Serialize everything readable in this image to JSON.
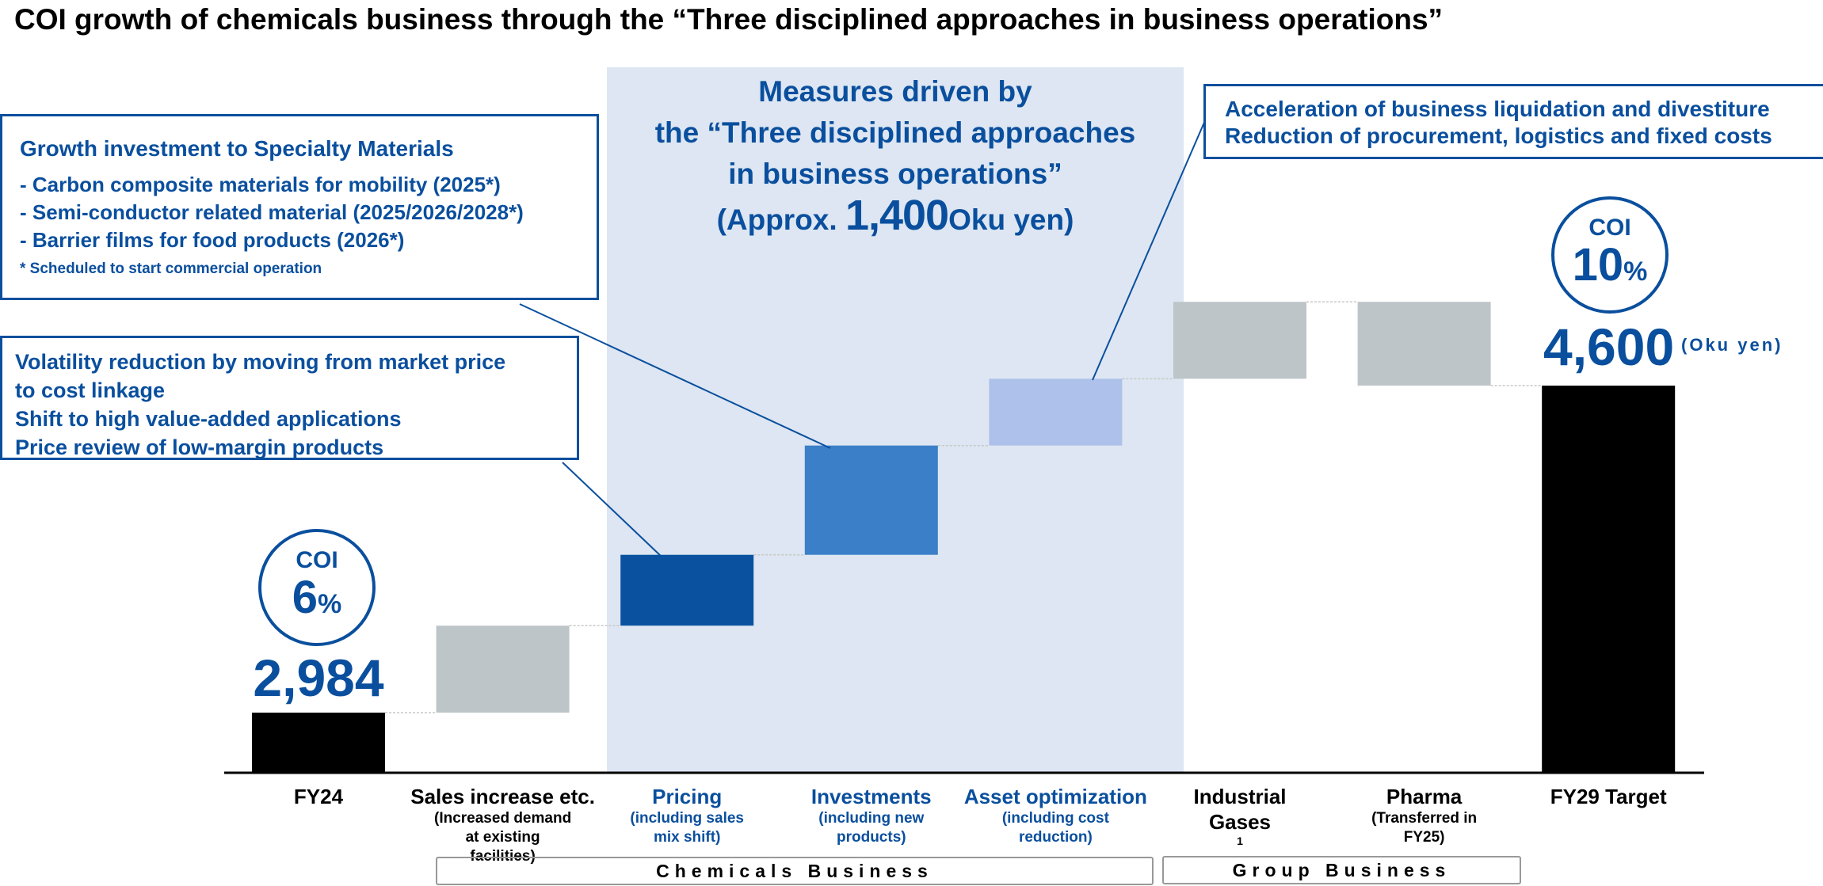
{
  "title": "COI growth of chemicals business through the “Three disciplined approaches in business operations”",
  "measures": {
    "line1": "Measures driven by",
    "line2": "the “Three disciplined approaches",
    "line3": "in business operations”",
    "prefix": "(Approx.",
    "amount": "1,400",
    "suffix": "Oku yen)"
  },
  "growth_box": {
    "heading": "Growth investment to Specialty Materials",
    "bullets": [
      "- Carbon composite materials for mobility (2025*)",
      "- Semi-conductor related material (2025/2026/2028*)",
      "- Barrier films for food products (2026*)"
    ],
    "footnote": "* Scheduled to start commercial operation"
  },
  "volatility_box": {
    "lines": [
      "Volatility reduction by moving from market price",
      "to cost linkage",
      "Shift to high value-added applications",
      "Price review of low-margin products"
    ]
  },
  "asset_box": {
    "lines": [
      "Acceleration of business liquidation and divestiture",
      "Reduction of procurement, logistics and fixed costs"
    ]
  },
  "start": {
    "value_label": "2,984",
    "coi_label": "COI",
    "coi_value": "6",
    "coi_unit": "%"
  },
  "end": {
    "value_label": "4,600",
    "unit": "(Oku yen)",
    "coi_label": "COI",
    "coi_value": "10",
    "coi_unit": "%"
  },
  "groups": {
    "chemicals": "Chemicals Business",
    "group": "Group Business"
  },
  "colors": {
    "total": "#000000",
    "gray": "#bec5c9",
    "pricing": "#0a52a0",
    "investments": "#3a7fc8",
    "asset": "#adc1ea",
    "band": "#dde6f2",
    "text_blue": "#0a4f9e"
  },
  "chart_data": {
    "type": "waterfall",
    "title": "COI growth of chemicals business through the “Three disciplined approaches in business operations”",
    "unit": "Oku yen",
    "categories": [
      {
        "label": "FY24",
        "sub": "",
        "kind": "total",
        "value": 2984,
        "color": "#000000"
      },
      {
        "label": "Sales increase etc.",
        "sub": "(Increased demand at existing facilities)",
        "kind": "delta",
        "value": 430,
        "color": "#bec5c9"
      },
      {
        "label": "Pricing",
        "sub": "(including sales mix shift)",
        "kind": "delta",
        "value": 350,
        "color": "#0a52a0"
      },
      {
        "label": "Investments",
        "sub": "(including new products)",
        "kind": "delta",
        "value": 540,
        "color": "#3a7fc8"
      },
      {
        "label": "Asset optimization",
        "sub": "(including cost reduction)",
        "kind": "delta",
        "value": 330,
        "color": "#adc1ea"
      },
      {
        "label": "Industrial Gases",
        "sup": "1",
        "sub": "",
        "kind": "delta",
        "value": 380,
        "color": "#bec5c9"
      },
      {
        "label": "Pharma",
        "sub": "(Transferred in FY25)",
        "kind": "delta",
        "value": -414,
        "color": "#bec5c9"
      },
      {
        "label": "FY29 Target",
        "sub": "",
        "kind": "total",
        "value": 4600,
        "color": "#000000"
      }
    ],
    "axis_break_base": 2687
  }
}
